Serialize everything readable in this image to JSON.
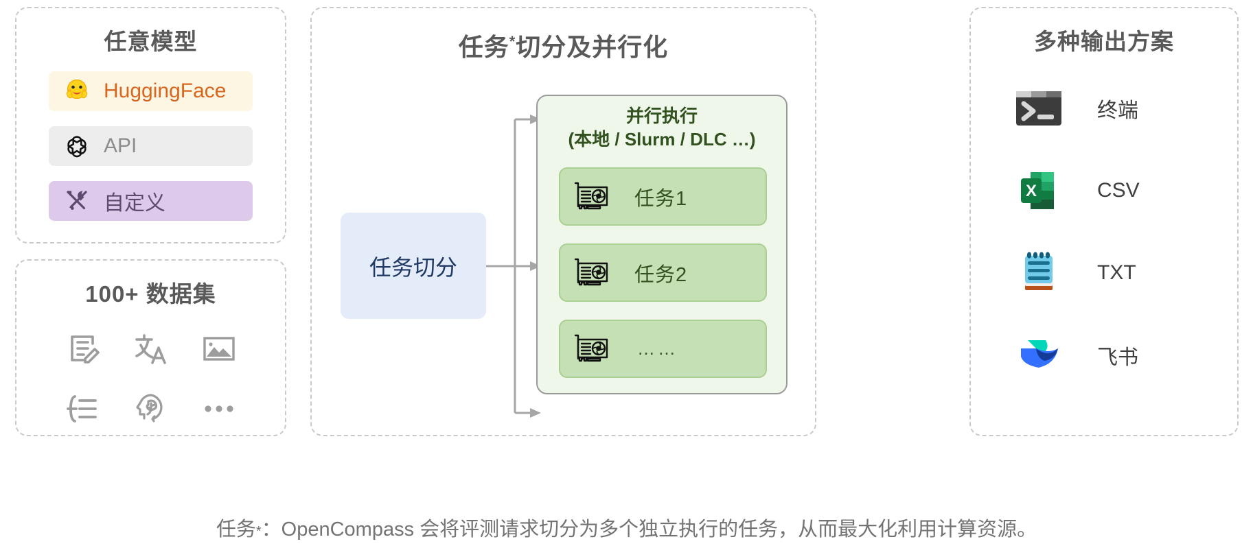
{
  "panels": {
    "models": {
      "title": "任意模型",
      "items": [
        {
          "label": "HuggingFace",
          "icon": "hugging-face-icon",
          "bg": "#fdf6e3",
          "color": "#d9661f"
        },
        {
          "label": "API",
          "icon": "openai-icon",
          "bg": "#ededed",
          "color": "#8c8c8c"
        },
        {
          "label": "自定义",
          "icon": "wrench-screwdriver-icon",
          "bg": "#ddc9ea",
          "color": "#5b4a6e"
        }
      ]
    },
    "datasets": {
      "title": "100+ 数据集",
      "icons": [
        "document-edit-icon",
        "translate-icon",
        "image-icon",
        "list-indent-icon",
        "brain-head-icon",
        "ellipsis-icon"
      ]
    },
    "pipeline": {
      "title": "任务",
      "title_star": "*",
      "title_rest": "切分及并行化",
      "split_box": {
        "label": "任务切分",
        "bg": "#e3ecf8",
        "color": "#1f3864"
      },
      "exec_box": {
        "heading_line1": "并行执行",
        "heading_line2": "(本地 / Slurm / DLC …)",
        "bg": "#eff6ea",
        "color": "#31511f",
        "tasks": [
          {
            "label": "任务1",
            "icon": "gpu-card-icon"
          },
          {
            "label": "任务2",
            "icon": "gpu-card-icon"
          },
          {
            "label": "……",
            "icon": "gpu-card-icon"
          }
        ]
      }
    },
    "outputs": {
      "title": "多种输出方案",
      "items": [
        {
          "label": "终端",
          "icon": "terminal-icon"
        },
        {
          "label": "CSV",
          "icon": "excel-csv-icon"
        },
        {
          "label": "TXT",
          "icon": "notepad-txt-icon"
        },
        {
          "label": "飞书",
          "icon": "feishu-icon"
        }
      ]
    }
  },
  "caption": {
    "prefix": "任务",
    "star": "*",
    "text": "：OpenCompass 会将评测请求切分为多个独立执行的任务，从而最大化利用计算资源。"
  }
}
